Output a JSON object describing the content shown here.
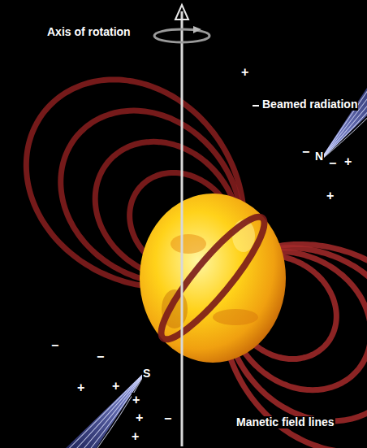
{
  "diagram": {
    "labels": [
      "Axis of rotation",
      "+",
      "Beamed radiation",
      "−",
      "N",
      "−",
      "+",
      "+",
      "−",
      "−",
      "S",
      "+",
      "+",
      "+",
      "+",
      "−",
      "Manetic field lines",
      "+"
    ]
  }
}
